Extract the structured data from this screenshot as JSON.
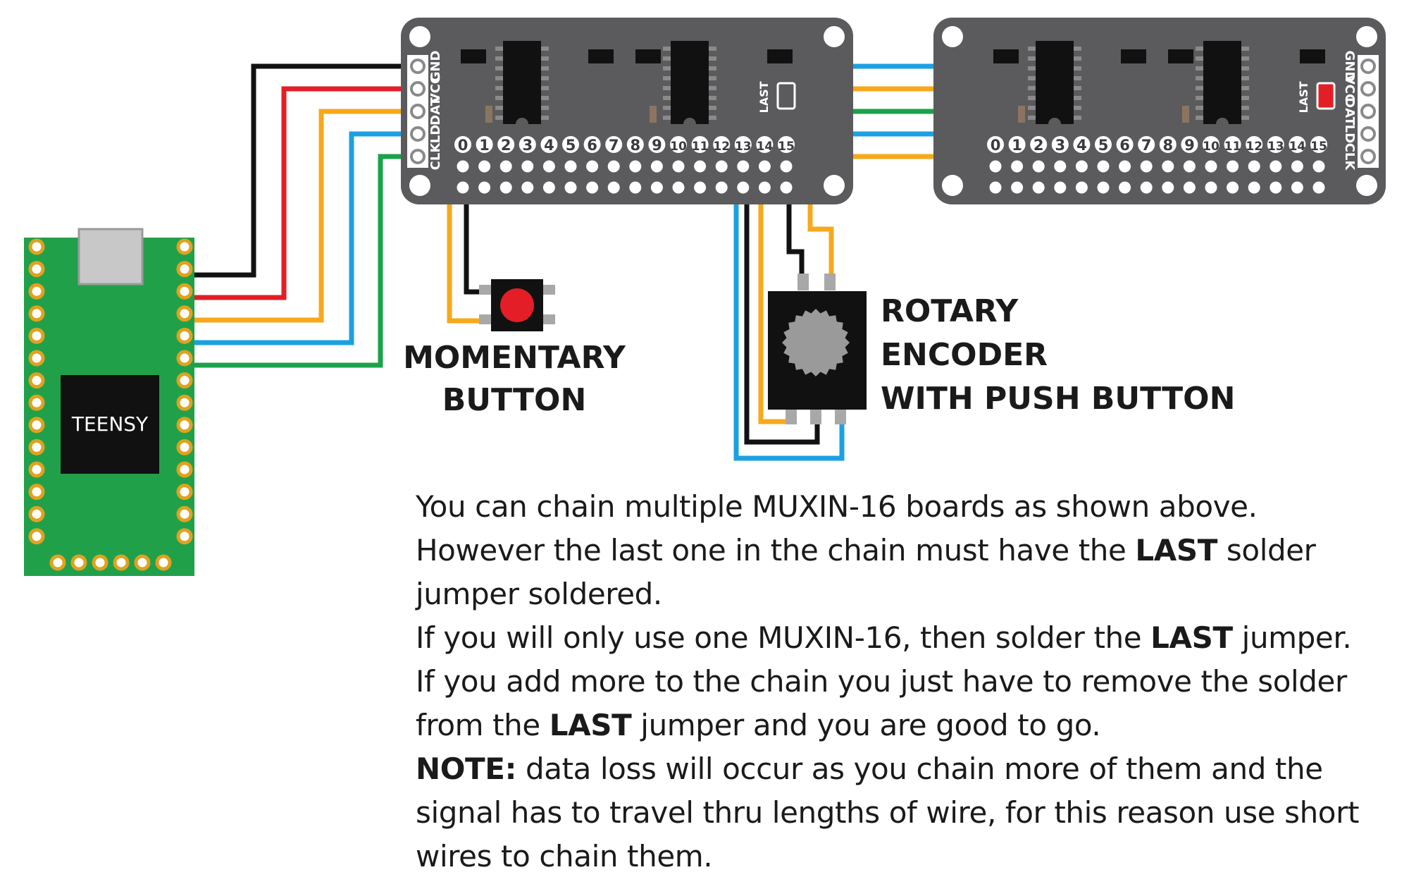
{
  "board": {
    "pins": [
      "GND",
      "VCC",
      "DAT",
      "LD",
      "CLK"
    ],
    "jumper_label": "LAST",
    "channels": [
      "0",
      "1",
      "2",
      "3",
      "4",
      "5",
      "6",
      "7",
      "8",
      "9",
      "10",
      "11",
      "12",
      "13",
      "14",
      "15"
    ]
  },
  "teensy_label": "TEENSY",
  "momentary_label": [
    "MOMENTARY",
    "BUTTON"
  ],
  "encoder_label": [
    "ROTARY",
    "ENCODER",
    "WITH PUSH BUTTON"
  ],
  "wire_colors": {
    "gnd": "#111111",
    "vcc": "#e31e24",
    "dat": "#f7a81b",
    "ld": "#1ba1e2",
    "clk": "#1aa24a"
  },
  "colors": {
    "board": "#5b5b5d",
    "teensy_board": "#21a04a",
    "chip": "#111111",
    "button": "#e41e26",
    "jumper_open": "#5b5b5d",
    "jumper_closed": "#e41e26"
  },
  "note": {
    "line1": "You can chain multiple MUXIN-16 boards as shown above.",
    "line2a": "However the last one in the chain must have the ",
    "line2b": "LAST",
    "line2c": " solder",
    "line3": "jumper soldered.",
    "line4a": "If you will only use one MUXIN-16, then solder the ",
    "line4b": "LAST",
    "line4c": " jumper.",
    "line5": "If you add more to the chain you just have to remove the solder",
    "line6a": "from the ",
    "line6b": "LAST",
    "line6c": " jumper and you are good to go.",
    "line7a": "NOTE:",
    "line7b": " data loss will occur as you chain more of them and the",
    "line8": "signal has to travel thru lengths of wire, for this reason use short",
    "line9": "wires to chain them."
  }
}
